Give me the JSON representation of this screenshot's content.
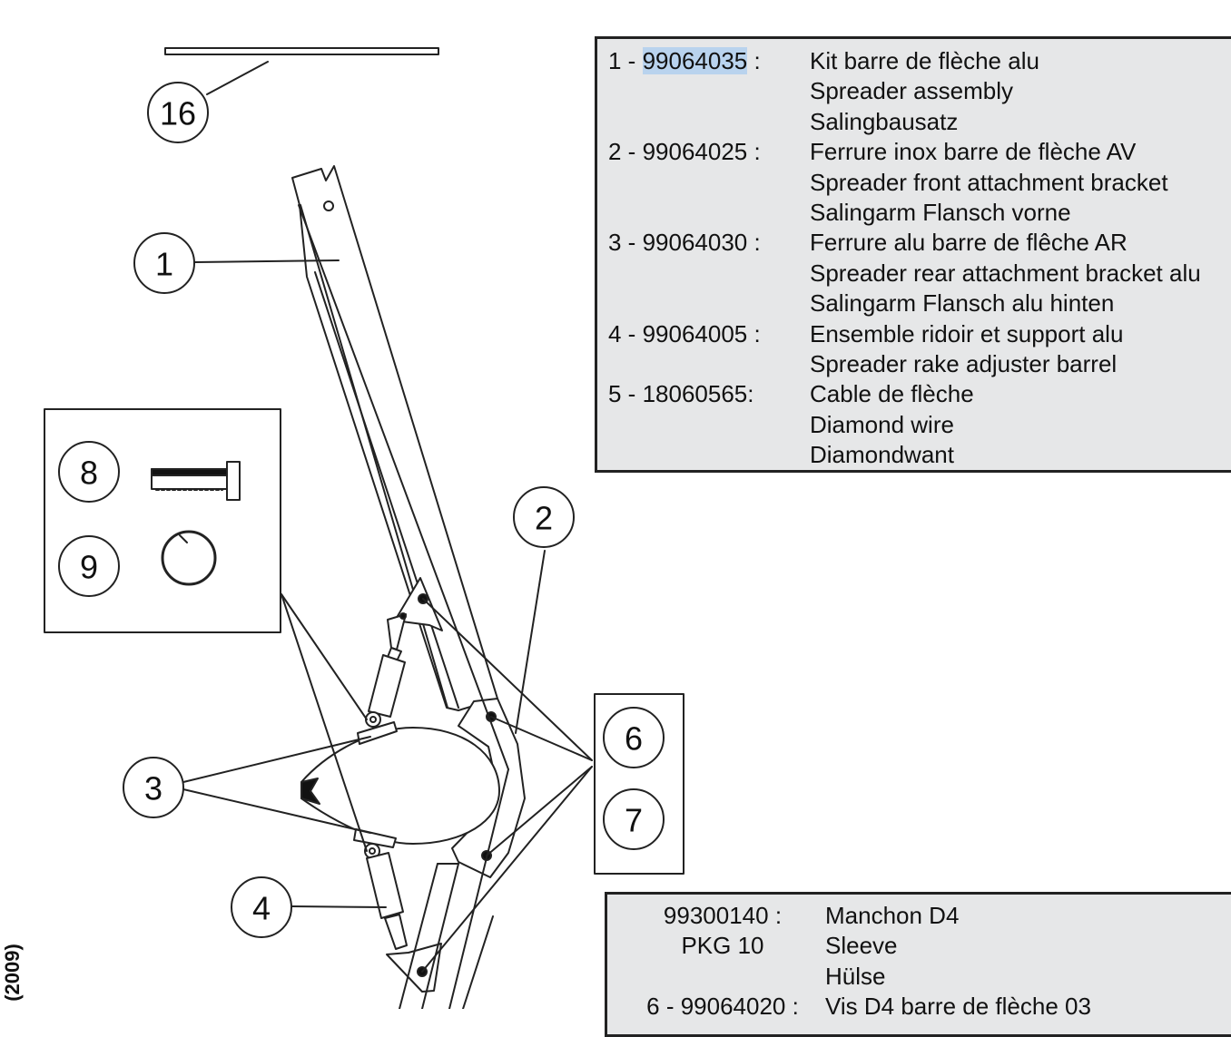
{
  "callouts": {
    "c16": "16",
    "c1": "1",
    "c2": "2",
    "c3": "3",
    "c4": "4",
    "c6": "6",
    "c7": "7",
    "c8": "8",
    "c9": "9"
  },
  "parts_table": {
    "rows": [
      {
        "code_num": "1 - ",
        "code_hl": "99064035",
        "code_tail": " :",
        "desc": "Kit barre de flèche alu"
      },
      {
        "code": "",
        "desc": "Spreader assembly"
      },
      {
        "code": "",
        "desc": "Salingbausatz"
      },
      {
        "code": "2 - 99064025 :",
        "desc": "Ferrure inox barre de flèche AV"
      },
      {
        "code": "",
        "desc": "Spreader front attachment bracket"
      },
      {
        "code": "",
        "desc": "Salingarm Flansch vorne"
      },
      {
        "code": "3 - 99064030 :",
        "desc": "Ferrure alu barre de flêche AR"
      },
      {
        "code": "",
        "desc": "Spreader rear attachment bracket alu"
      },
      {
        "code": "",
        "desc": "Salingarm Flansch alu hinten"
      },
      {
        "code": "4 - 99064005 :",
        "desc": "Ensemble ridoir et support alu"
      },
      {
        "code": "",
        "desc": "Spreader rake adjuster barrel"
      },
      {
        "code": "5 - 18060565:",
        "desc": "Cable de flèche"
      },
      {
        "code": "",
        "desc": "Diamond wire"
      },
      {
        "code": "",
        "desc": "Diamondwant"
      }
    ]
  },
  "sleeve_table": {
    "rows": [
      {
        "code": "99300140 :",
        "desc": "Manchon D4"
      },
      {
        "code": "PKG 10",
        "desc": "Sleeve"
      },
      {
        "code": "",
        "desc": "Hülse"
      },
      {
        "code": "6 - 99064020 :",
        "desc": "Vis D4 barre de flèche 03"
      }
    ]
  },
  "side_note": "(2009)",
  "colors": {
    "table_bg": "#e6e7e8",
    "highlight": "#b9d3ee",
    "line": "#222222"
  }
}
